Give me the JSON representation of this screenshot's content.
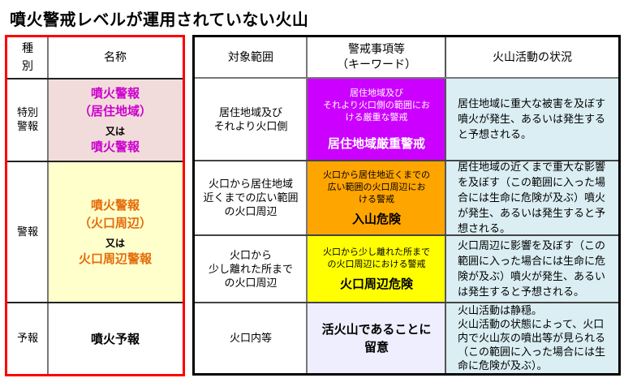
{
  "title": "噴火警戒レベルが運用されていない火山",
  "colors": {
    "left_frame": "#ff0000",
    "special_warning_bg": "#f2dcdb",
    "special_warning_text": "#cc00cc",
    "warning_bg": "#ffffcc",
    "warning_text": "#e36c09",
    "keyword_purple": "#cc00ff",
    "keyword_orange": "#ffa500",
    "keyword_yellow": "#ffff00",
    "keyword_lavender": "#eeeeff",
    "status_bg": "#daeef3"
  },
  "left_table": {
    "headers": {
      "type": "種別",
      "name": "名称"
    },
    "rows": [
      {
        "type_line1": "特別",
        "type_line2": "警報",
        "name_line1": "噴火警報",
        "name_line2": "（居住地域）",
        "or": "又は",
        "alt_name": "噴火警報"
      },
      {
        "type": "警報",
        "name_line1": "噴火警報",
        "name_line2": "（火口周辺）",
        "or": "又は",
        "alt_name": "火口周辺警報"
      },
      {
        "type": "予報",
        "name": "噴火予報"
      }
    ]
  },
  "right_table": {
    "headers": {
      "target_area": "対象範囲",
      "warning_items_line1": "警戒事項等",
      "warning_items_line2": "（キーワード）",
      "activity_status": "火山活動の状況"
    },
    "rows": [
      {
        "target_line1": "居住地域及び",
        "target_line2": "それより火口側",
        "desc_line1": "居住地域及び",
        "desc_line2": "それより火口側の範囲にお",
        "desc_line3": "ける厳重な警戒",
        "keyword": "居住地域厳重警戒",
        "status": "居住地域に重大な被害を及ぼす噴火が発生、あるいは発生すると予想される。"
      },
      {
        "target_line1": "火口から居住地域",
        "target_line2": "近くまでの広い範囲",
        "target_line3": "の火口周辺",
        "desc_line1": "火口から居住地近くまでの",
        "desc_line2": "広い範囲の火口周辺にお",
        "desc_line3": "ける警戒",
        "keyword": "入山危険",
        "status": "居住地域の近くまで重大な影響を及ぼす（この範囲に入った場合には生命に危険が及ぶ）噴火が発生、あるいは発生すると予想される。"
      },
      {
        "target_line1": "火口から",
        "target_line2": "少し離れた所まで",
        "target_line3": "の火口周辺",
        "desc_line1": "火口から少し離れた所まで",
        "desc_line2": "の火口周辺における警戒",
        "keyword": "火口周辺危険",
        "status": "火口周辺に影響を及ぼす（この範囲に入った場合には生命に危険が及ぶ）噴火が発生、あるいは発生すると予想される。"
      },
      {
        "target": "火口内等",
        "keyword_line1": "活火山であることに",
        "keyword_line2": "留意",
        "status_line1": "火山活動は静穏。",
        "status_line2": "火山活動の状態によって、火口内で火山灰の噴出等が見られる（この範囲に入った場合には生命に危険が及ぶ）。"
      }
    ]
  }
}
